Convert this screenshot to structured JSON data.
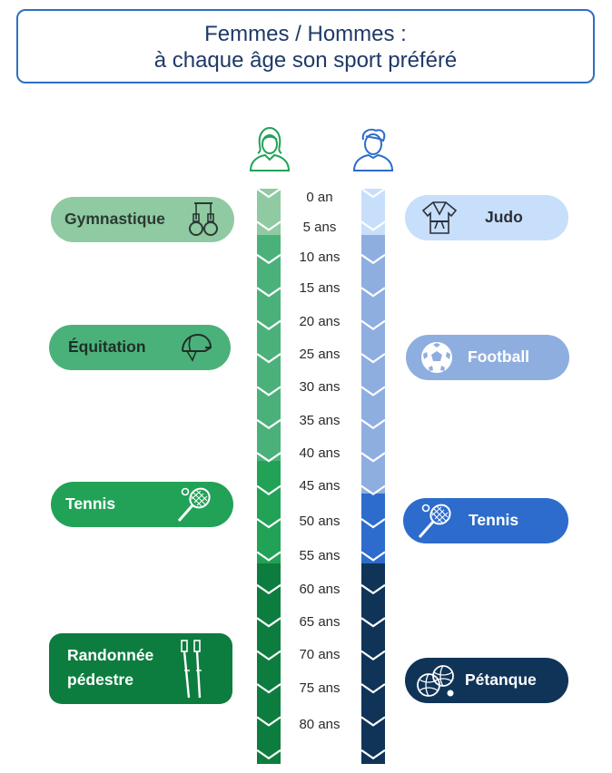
{
  "title": {
    "line1": "Femmes / Hommes :",
    "line2": "à chaque âge son sport préféré"
  },
  "icons": {
    "women": "woman-icon",
    "men": "man-icon"
  },
  "ages": [
    "0 an",
    "5 ans",
    "10 ans",
    "15 ans",
    "20 ans",
    "25 ans",
    "30 ans",
    "35 ans",
    "40 ans",
    "45 ans",
    "50 ans",
    "55 ans",
    "60 ans",
    "65 ans",
    "70 ans",
    "75 ans",
    "80 ans"
  ],
  "women": [
    {
      "sport": "Gymnastique",
      "icon": "gymnastic-rings-icon",
      "color": "#8fcaa2",
      "text_color": "#2b3a33"
    },
    {
      "sport": "Équitation",
      "icon": "riding-helmet-icon",
      "color": "#4bb17a",
      "text_color": "#1f2e27"
    },
    {
      "sport": "Tennis",
      "icon": "tennis-racket-icon",
      "color": "#22a257",
      "text_color": "#ffffff"
    },
    {
      "sport": "Randonnée pédestre",
      "line1": "Randonnée",
      "line2": "pédestre",
      "icon": "hiking-poles-icon",
      "color": "#0d7d3f",
      "text_color": "#ffffff"
    }
  ],
  "men": [
    {
      "sport": "Judo",
      "icon": "judogi-icon",
      "color": "#c7dffa",
      "text_color": "#2b2f3a"
    },
    {
      "sport": "Football",
      "icon": "football-icon",
      "color": "#8eaee0",
      "text_color": "#ffffff"
    },
    {
      "sport": "Tennis",
      "icon": "tennis-racket-icon",
      "color": "#2d6ccc",
      "text_color": "#ffffff"
    },
    {
      "sport": "Pétanque",
      "icon": "petanque-balls-icon",
      "color": "#0f3458",
      "text_color": "#ffffff"
    }
  ],
  "women_segments": [
    {
      "from": "0 an",
      "to": "5 ans",
      "color": "#8fcaa2"
    },
    {
      "from": "5 ans",
      "to": "40 ans",
      "color": "#4bb17a"
    },
    {
      "from": "40 ans",
      "to": "55 ans",
      "color": "#22a257"
    },
    {
      "from": "55 ans",
      "to": "80 ans",
      "color": "#0d7d3f"
    }
  ],
  "men_segments": [
    {
      "from": "0 an",
      "to": "5 ans",
      "color": "#c7dffa"
    },
    {
      "from": "5 ans",
      "to": "45 ans",
      "color": "#8eaee0"
    },
    {
      "from": "45 ans",
      "to": "55 ans",
      "color": "#2d6ccc"
    },
    {
      "from": "55 ans",
      "to": "80 ans",
      "color": "#0f3458"
    }
  ]
}
